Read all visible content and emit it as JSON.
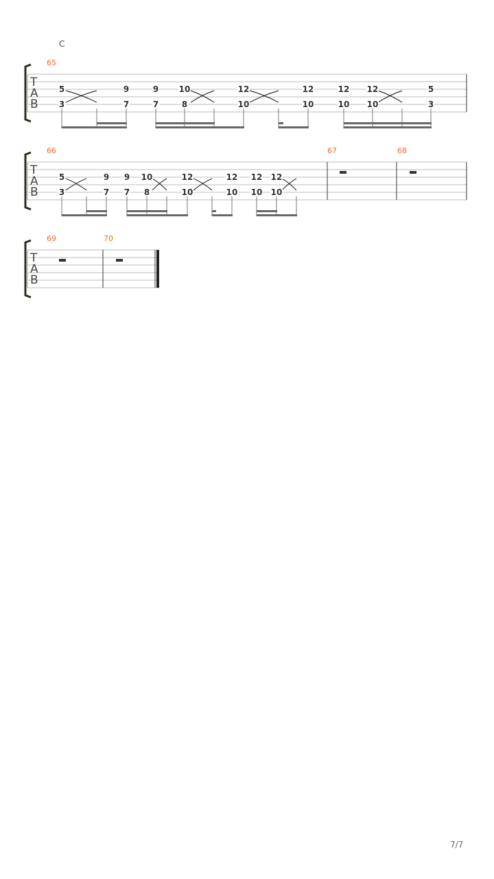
{
  "section_marker": "C",
  "page_number": "7/7",
  "tab_clef": [
    "T",
    "A",
    "B"
  ],
  "colors": {
    "measure_number": "#f26a2a",
    "staff": "#bbbbbb"
  },
  "systems": [
    {
      "measures": [
        {
          "number": "65",
          "notes": [
            [
              "5",
              "3"
            ],
            [
              "9",
              "7"
            ],
            [
              "9",
              "7"
            ],
            [
              "10",
              "8"
            ],
            [
              "12",
              "10"
            ],
            [
              "12",
              "10"
            ],
            [
              "12",
              "10"
            ],
            [
              "12",
              "10"
            ],
            [
              "5",
              "3"
            ]
          ]
        }
      ]
    },
    {
      "measures": [
        {
          "number": "66",
          "notes": [
            [
              "5",
              "3"
            ],
            [
              "9",
              "7"
            ],
            [
              "9",
              "7"
            ],
            [
              "10",
              "8"
            ],
            [
              "12",
              "10"
            ],
            [
              "12",
              "10"
            ],
            [
              "12",
              "10"
            ],
            [
              "12",
              "10"
            ]
          ]
        },
        {
          "number": "67",
          "rest": true
        },
        {
          "number": "68",
          "rest": true
        }
      ]
    },
    {
      "measures": [
        {
          "number": "69",
          "rest": true
        },
        {
          "number": "70",
          "rest": true
        }
      ]
    }
  ]
}
